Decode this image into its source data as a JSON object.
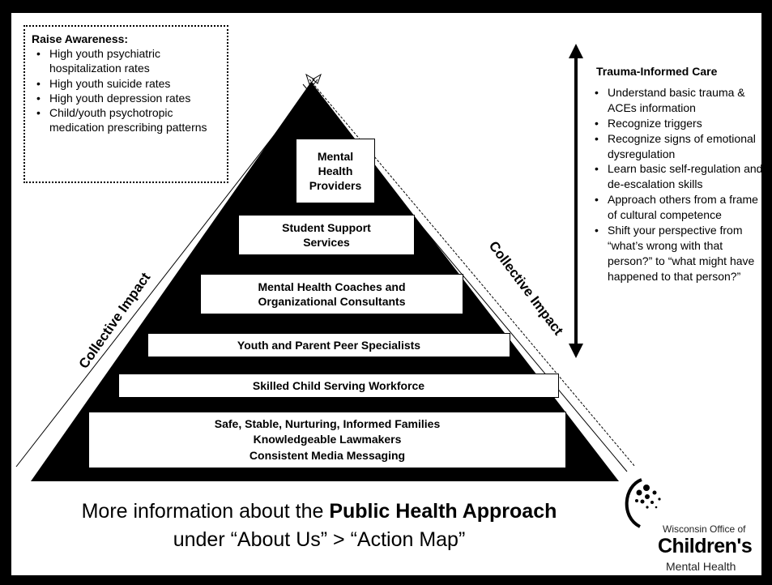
{
  "awareness": {
    "title": "Raise Awareness:",
    "items": [
      "High youth psychiatric hospitalization rates",
      "High youth suicide rates",
      "High youth depression rates",
      "Child/youth psychotropic medication prescribing patterns"
    ]
  },
  "pyramid": {
    "tiers": [
      "Mental Health Providers",
      "Student Support Services",
      "Mental Health Coaches and Organizational Consultants",
      "Youth and Parent Peer Specialists",
      "Skilled Child Serving Workforce"
    ],
    "base_lines": [
      "Safe, Stable, Nurturing, Informed Families",
      "Knowledgeable Lawmakers",
      "Consistent Media Messaging"
    ]
  },
  "collective_impact": {
    "left": "Collective Impact",
    "right": "Collective Impact"
  },
  "trauma": {
    "title": "Trauma-Informed Care",
    "items": [
      "Understand basic trauma & ACEs information",
      "Recognize triggers",
      "Recognize signs of emotional dysregulation",
      "Learn basic self-regulation and de-escalation skills",
      "Approach others from a frame of cultural competence",
      "Shift your perspective from “what’s wrong with that person?” to “what might have happened to that person?”"
    ]
  },
  "info": {
    "prefix": "More information about the ",
    "bold": "Public Health Approach",
    "line2": "under “About Us” > “Action Map”"
  },
  "logo": {
    "line1": "Wisconsin Office of",
    "line2": "Children's",
    "line3": "Mental Health"
  },
  "colors": {
    "pyramid_fill": "#000000",
    "background": "#ffffff"
  }
}
